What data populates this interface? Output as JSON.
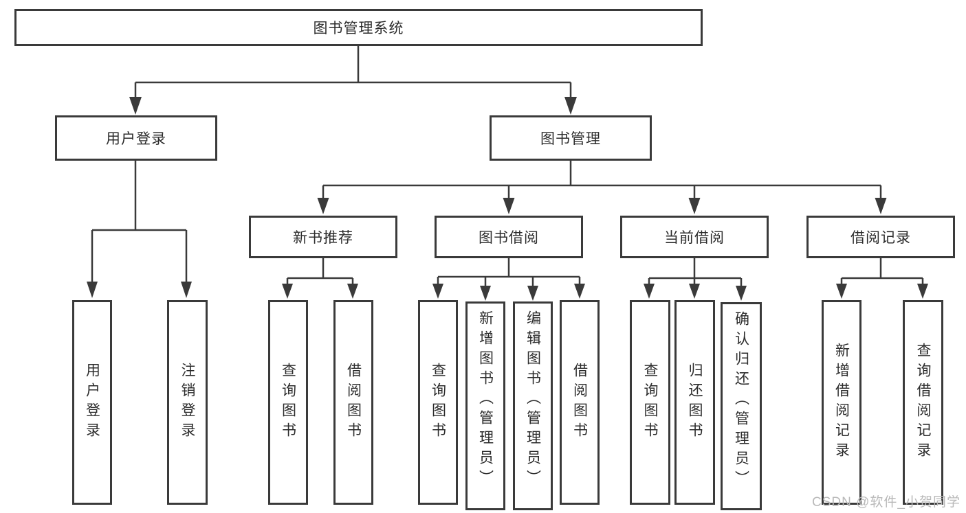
{
  "colors": {
    "line": "#3a3a3a",
    "box_border": "#3a3a3a",
    "box_background": "#ffffff",
    "text": "#2c2c2c",
    "watermark": "#b9b9b9",
    "page_background": "#ffffff"
  },
  "tree": {
    "root": "图书管理系统",
    "branches": [
      {
        "label": "用户登录",
        "children": [
          "用户登录",
          "注销登录"
        ]
      },
      {
        "label": "图书管理",
        "groups": [
          {
            "label": "新书推荐",
            "children": [
              "查询图书",
              "借阅图书"
            ]
          },
          {
            "label": "图书借阅",
            "children": [
              "查询图书",
              "新增图书（管理员）",
              "编辑图书（管理员）",
              "借阅图书"
            ]
          },
          {
            "label": "当前借阅",
            "children": [
              "查询图书",
              "归还图书",
              "确认归还（管理员）"
            ]
          },
          {
            "label": "借阅记录",
            "children": [
              "新增借阅记录",
              "查询借阅记录"
            ]
          }
        ]
      }
    ]
  },
  "watermark": {
    "text": "CSDN @软件_小贺同学"
  }
}
